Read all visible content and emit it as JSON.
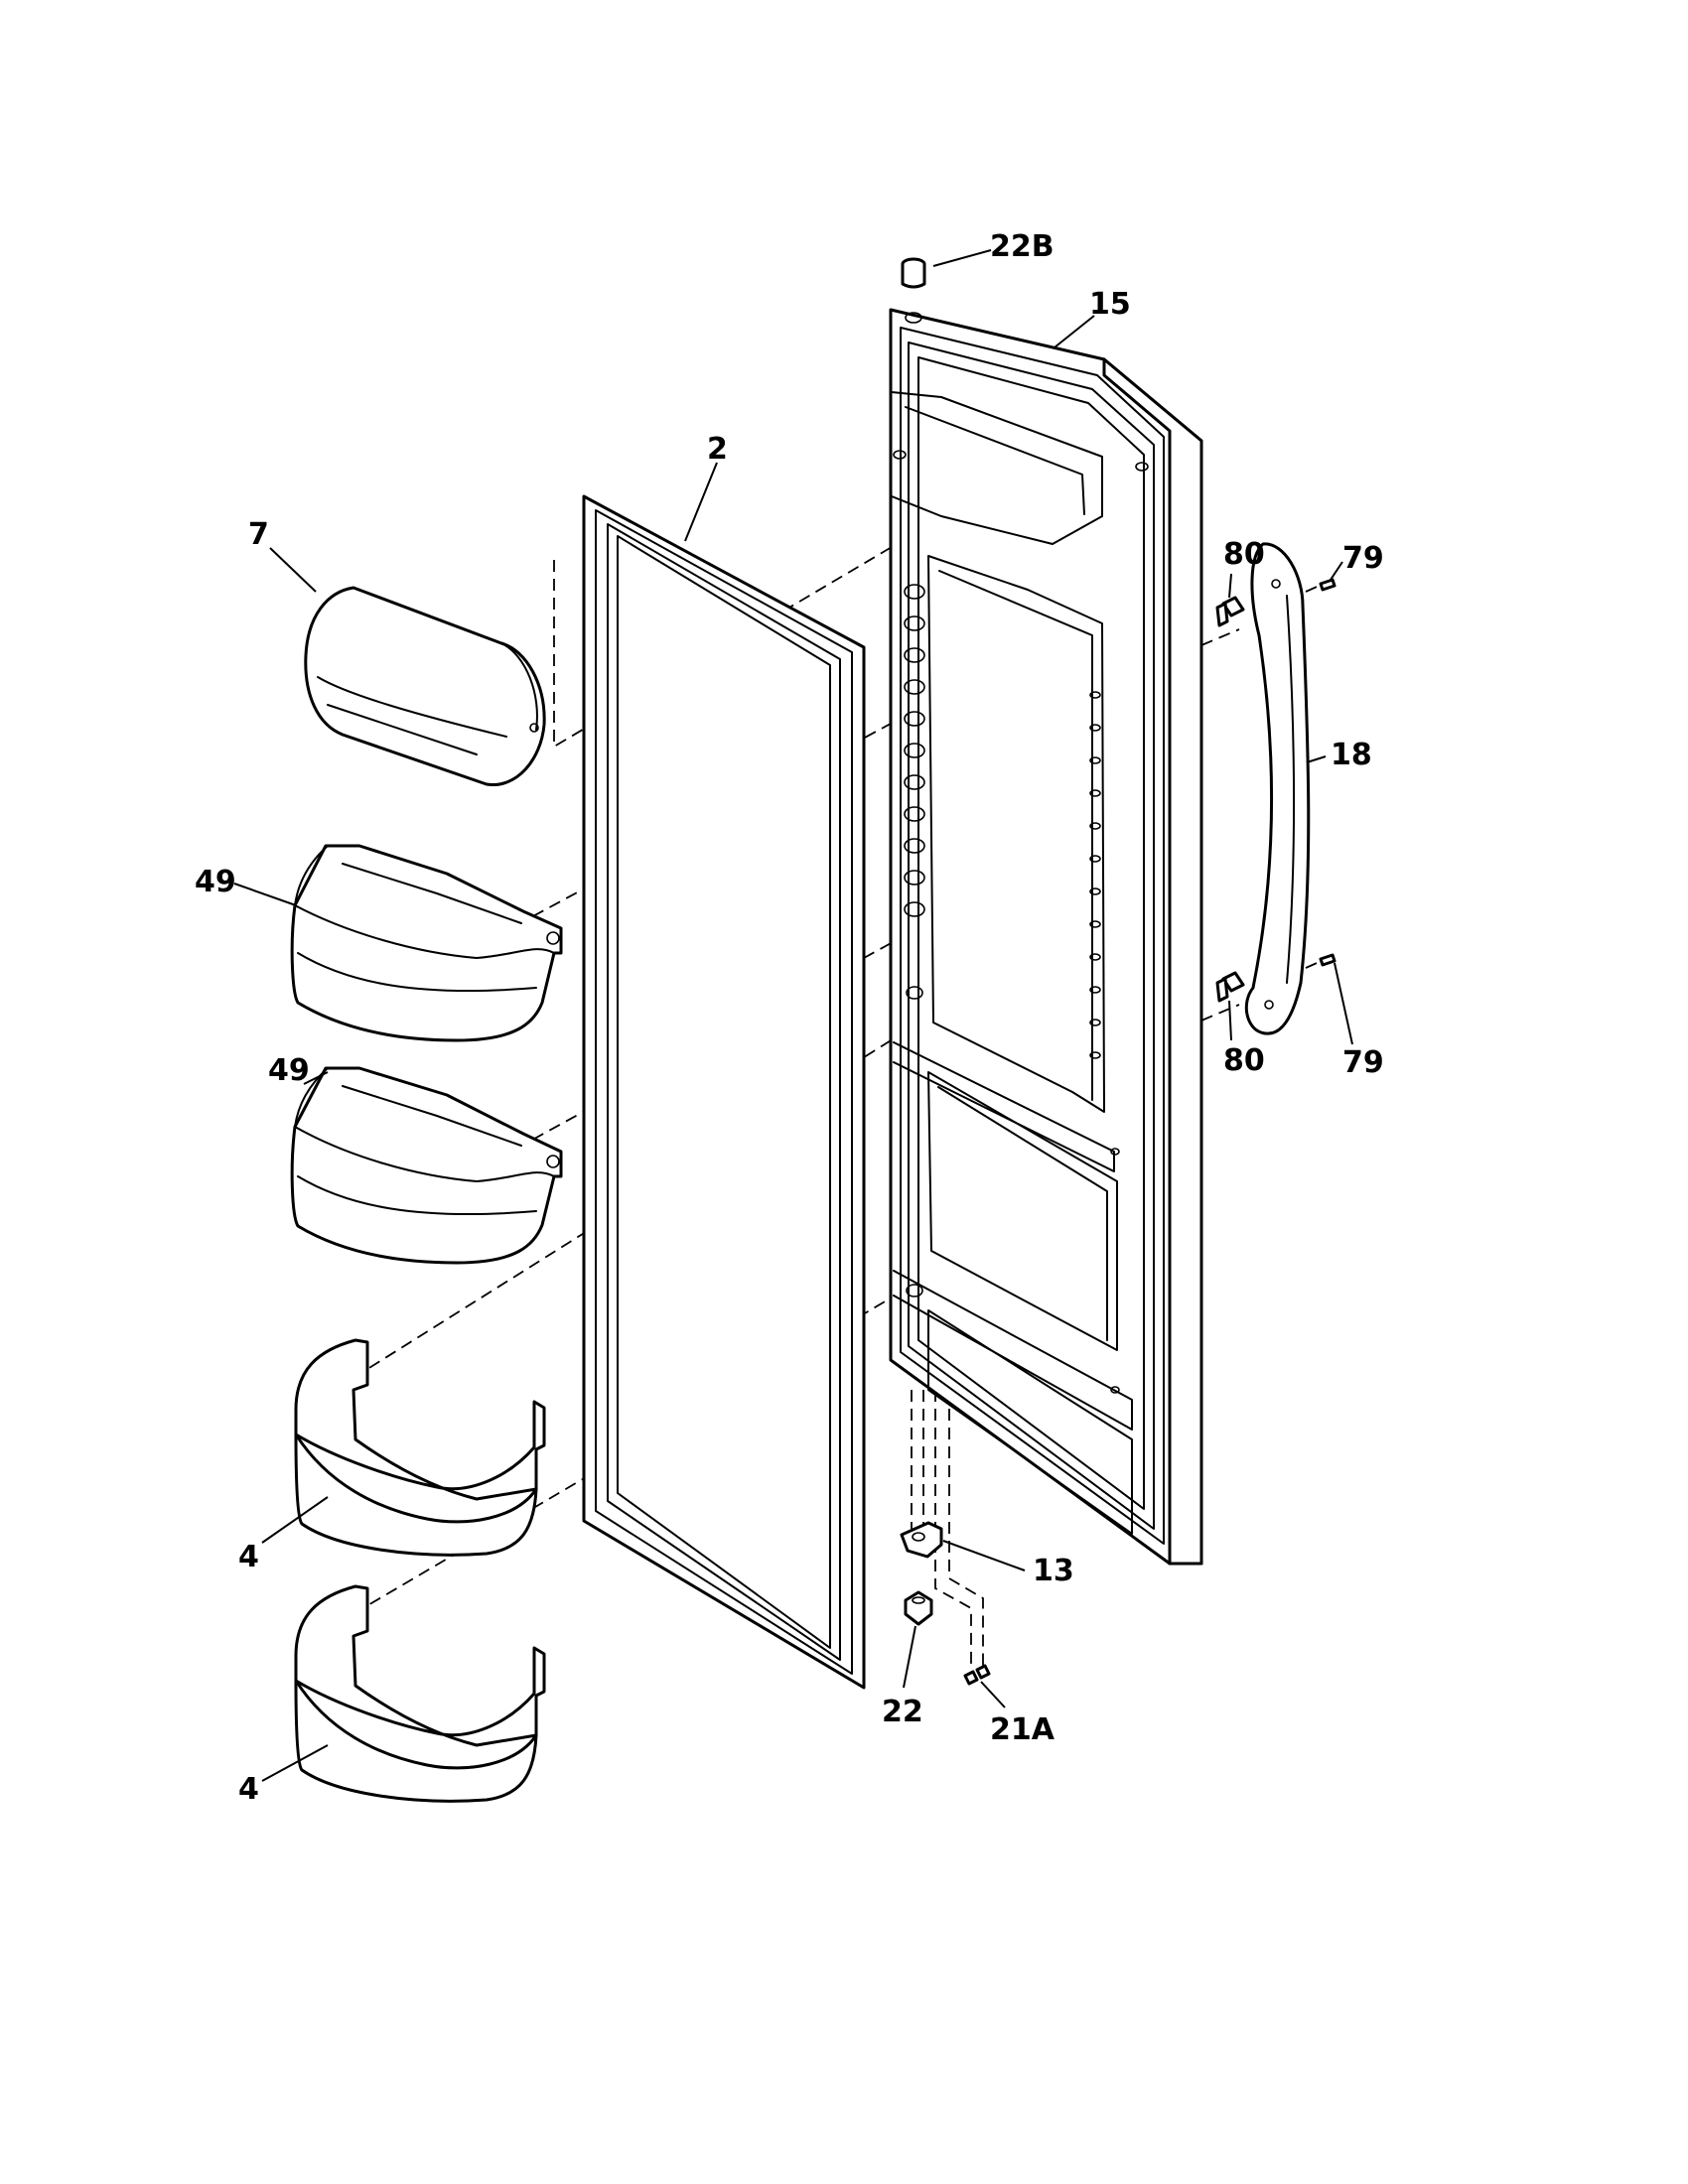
{
  "labels": {
    "22B": "22B",
    "15": "15",
    "2": "2",
    "7": "7",
    "80_top": "80",
    "79_top": "79",
    "18": "18",
    "49_top": "49",
    "80_bottom": "80",
    "79_bottom": "79",
    "49_bottom": "49",
    "13": "13",
    "4_top": "4",
    "22": "22",
    "21A": "21A",
    "4_bottom": "4"
  },
  "colors": {
    "ink": "#000000",
    "paper": "#ffffff"
  }
}
